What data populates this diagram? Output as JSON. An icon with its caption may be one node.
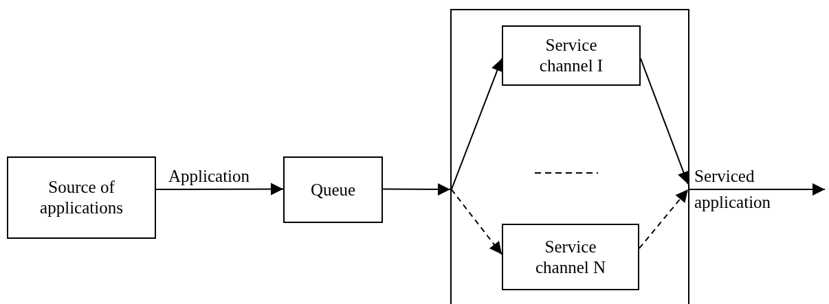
{
  "diagram": {
    "nodes": [
      {
        "text": [
          "Source of applications"
        ]
      },
      {
        "text": [
          "Queue"
        ]
      },
      {
        "text": [],
        "shape": "box"
      },
      {
        "text": [
          "Service channel I"
        ],
        "in": 2
      },
      {
        "text": [
          "Service channel N"
        ],
        "in": 2
      }
    ],
    "edges": [
      {
        "from": 0,
        "to": 1,
        "arrow": "to",
        "label": "Application"
      },
      {
        "from": 1,
        "to": 2,
        "arrow": "to"
      },
      {
        "from": 2,
        "to": 3,
        "arrow": "to"
      },
      {
        "from": 2,
        "to": 4,
        "arrow": "to",
        "style": "dashed"
      },
      {
        "from": 3,
        "to": 2,
        "arrow": "to"
      },
      {
        "from": 4,
        "to": 2,
        "arrow": "to",
        "style": "dashed"
      },
      {
        "from": 2,
        "to": null,
        "arrow": "to",
        "label": "Serviced application"
      }
    ]
  }
}
